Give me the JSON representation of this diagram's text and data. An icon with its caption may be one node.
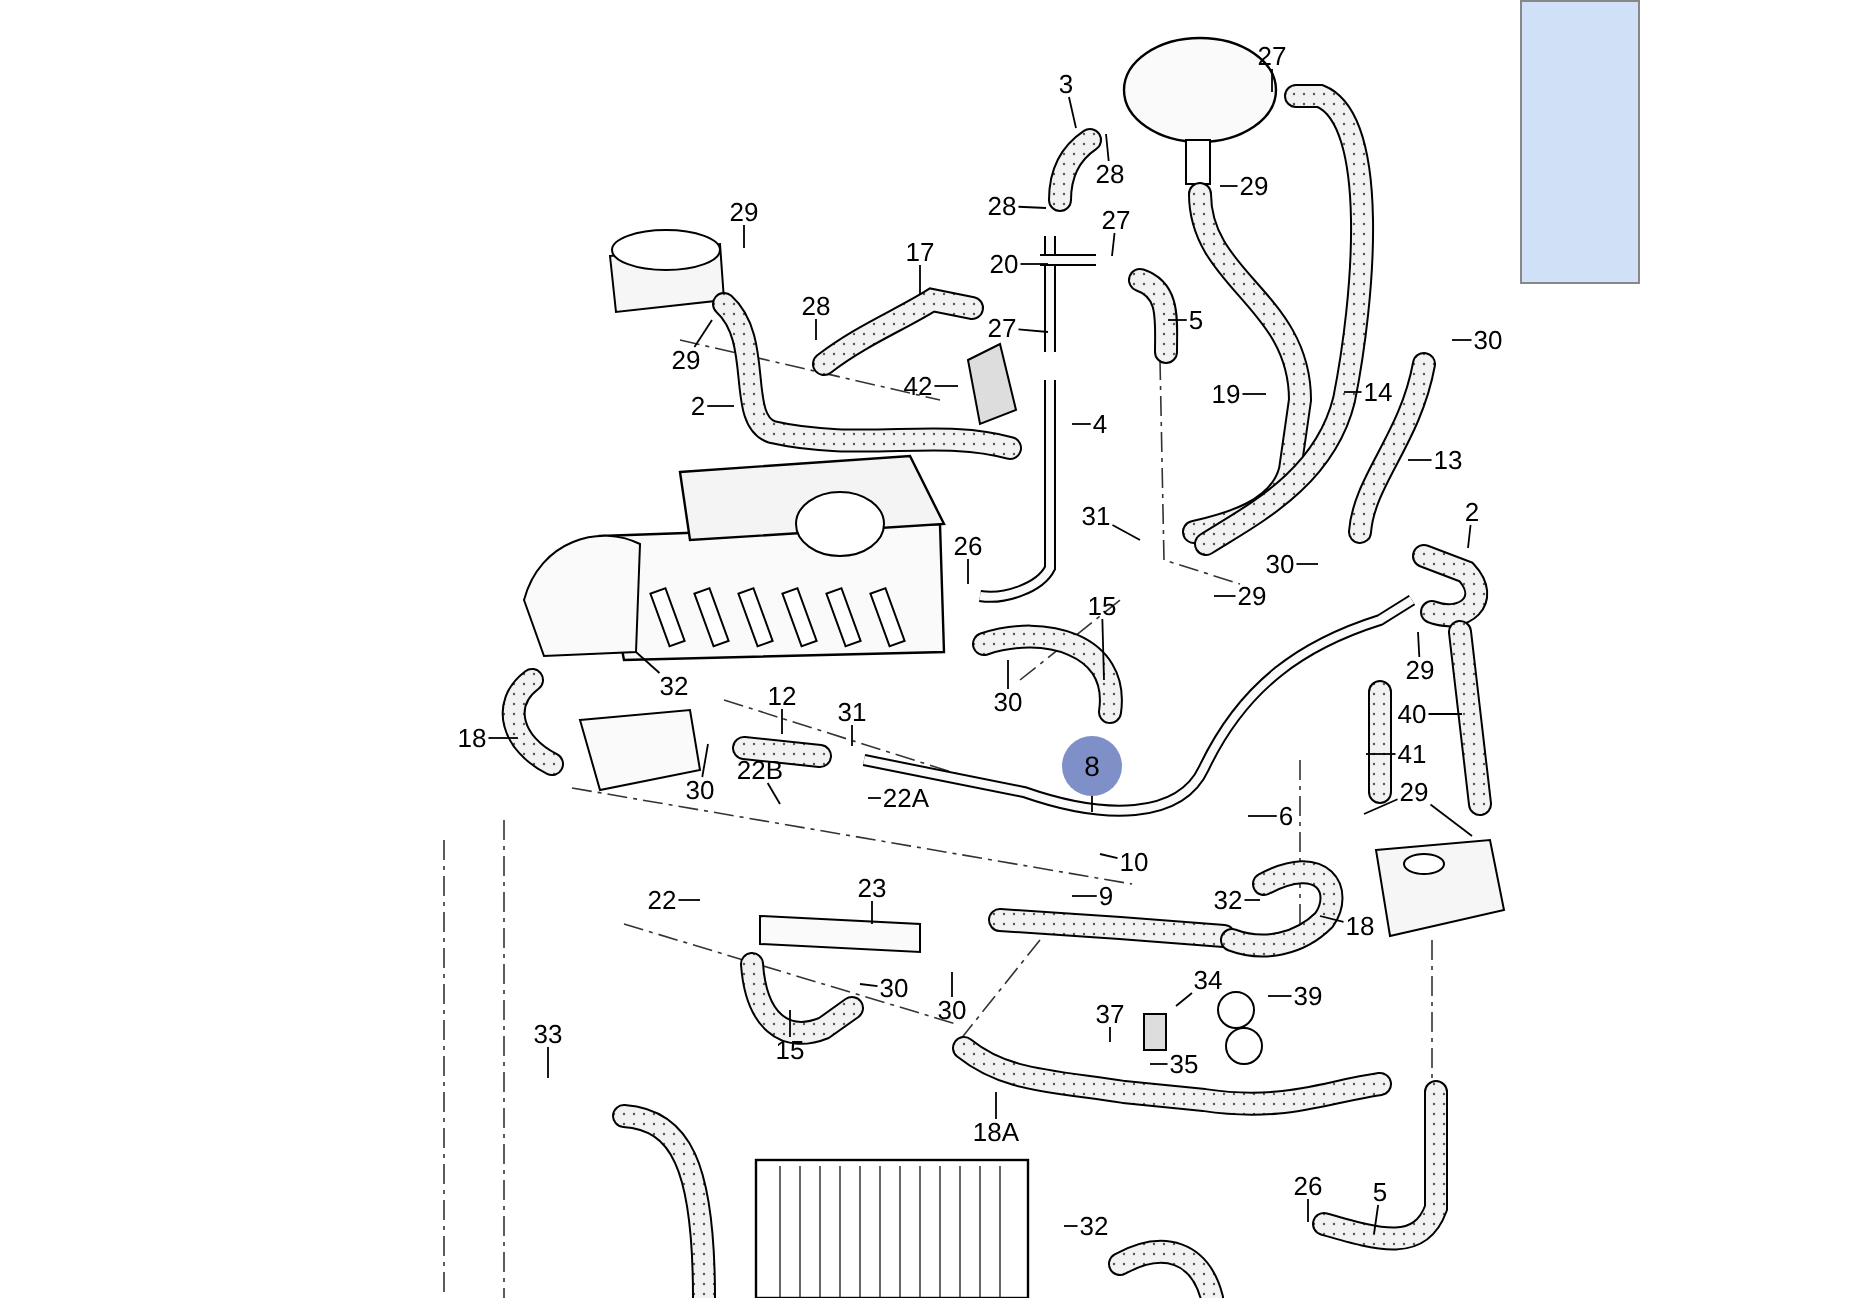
{
  "diagram": {
    "nodes": [
      {
        "text": [
          "3"
        ]
      },
      {
        "text": [
          "27"
        ]
      },
      {
        "text": [
          "28"
        ]
      },
      {
        "text": [
          "29"
        ]
      },
      {
        "text": [
          "29"
        ]
      },
      {
        "text": [
          "17"
        ]
      },
      {
        "text": [
          "28"
        ]
      },
      {
        "text": [
          "27"
        ]
      },
      {
        "text": [
          "20"
        ]
      },
      {
        "text": [
          "28"
        ]
      },
      {
        "text": [
          "29"
        ]
      },
      {
        "text": [
          "27"
        ]
      },
      {
        "text": [
          "5"
        ]
      },
      {
        "text": [
          "42"
        ]
      },
      {
        "text": [
          "19"
        ]
      },
      {
        "text": [
          "14"
        ]
      },
      {
        "text": [
          "30"
        ]
      },
      {
        "text": [
          "2"
        ]
      },
      {
        "text": [
          "4"
        ]
      },
      {
        "text": [
          "13"
        ]
      },
      {
        "text": [
          "2"
        ]
      },
      {
        "text": [
          "26"
        ]
      },
      {
        "text": [
          "31"
        ]
      },
      {
        "text": [
          "30"
        ]
      },
      {
        "text": [
          "15"
        ]
      },
      {
        "text": [
          "29"
        ]
      },
      {
        "text": [
          "30"
        ]
      },
      {
        "text": [
          "29"
        ]
      },
      {
        "text": [
          "32"
        ]
      },
      {
        "text": [
          "12"
        ]
      },
      {
        "text": [
          "31"
        ]
      },
      {
        "text": [
          "40"
        ]
      },
      {
        "text": [
          "18"
        ]
      },
      {
        "text": [
          "41"
        ]
      },
      {
        "text": [
          "30"
        ]
      },
      {
        "text": [
          "22B"
        ]
      },
      {
        "text": [
          "22A"
        ]
      },
      {
        "text": [
          "8"
        ]
      },
      {
        "text": [
          "29"
        ]
      },
      {
        "text": [
          "6"
        ]
      },
      {
        "text": [
          "10"
        ]
      },
      {
        "text": [
          "9"
        ]
      },
      {
        "text": [
          "22"
        ]
      },
      {
        "text": [
          "23"
        ]
      },
      {
        "text": [
          "32"
        ]
      },
      {
        "text": [
          "18"
        ]
      },
      {
        "text": [
          "30"
        ]
      },
      {
        "text": [
          "30"
        ]
      },
      {
        "text": [
          "34"
        ]
      },
      {
        "text": [
          "39"
        ]
      },
      {
        "text": [
          "37"
        ]
      },
      {
        "text": [
          "15"
        ]
      },
      {
        "text": [
          "35"
        ]
      },
      {
        "text": [
          "33"
        ]
      },
      {
        "text": [
          "18A"
        ]
      },
      {
        "text": [
          "26"
        ]
      },
      {
        "text": [
          "5"
        ]
      },
      {
        "text": [
          "32"
        ]
      }
    ],
    "edges": [
      {
        "from": 0,
        "to": null,
        "arrow": "none"
      },
      {
        "from": 1,
        "to": null,
        "arrow": "none"
      },
      {
        "from": 2,
        "to": null,
        "arrow": "none"
      },
      {
        "from": 3,
        "to": null,
        "arrow": "none"
      },
      {
        "from": 4,
        "to": null,
        "arrow": "none"
      },
      {
        "from": 5,
        "to": null,
        "arrow": "none"
      },
      {
        "from": 6,
        "to": null,
        "arrow": "none"
      },
      {
        "from": 7,
        "to": null,
        "arrow": "none"
      },
      {
        "from": 8,
        "to": null,
        "arrow": "none"
      },
      {
        "from": 9,
        "to": null,
        "arrow": "none"
      },
      {
        "from": 10,
        "to": null,
        "arrow": "none"
      },
      {
        "from": 11,
        "to": null,
        "arrow": "none"
      },
      {
        "from": 12,
        "to": null,
        "arrow": "none"
      },
      {
        "from": 13,
        "to": null,
        "arrow": "none"
      },
      {
        "from": 14,
        "to": null,
        "arrow": "none"
      },
      {
        "from": 15,
        "to": null,
        "arrow": "none"
      },
      {
        "from": 16,
        "to": null,
        "arrow": "none"
      },
      {
        "from": 17,
        "to": null,
        "arrow": "none"
      },
      {
        "from": 18,
        "to": null,
        "arrow": "none"
      },
      {
        "from": 19,
        "to": null,
        "arrow": "none"
      },
      {
        "from": 20,
        "to": null,
        "arrow": "none"
      },
      {
        "from": 21,
        "to": null,
        "arrow": "none"
      },
      {
        "from": 22,
        "to": null,
        "arrow": "none"
      },
      {
        "from": 23,
        "to": null,
        "arrow": "none"
      },
      {
        "from": 24,
        "to": null,
        "arrow": "none"
      },
      {
        "from": 25,
        "to": null,
        "arrow": "none"
      },
      {
        "from": 26,
        "to": null,
        "arrow": "none"
      },
      {
        "from": 27,
        "to": null,
        "arrow": "none"
      },
      {
        "from": 28,
        "to": null,
        "arrow": "none"
      },
      {
        "from": 29,
        "to": null,
        "arrow": "none"
      },
      {
        "from": 30,
        "to": null,
        "arrow": "none"
      },
      {
        "from": 31,
        "to": null,
        "arrow": "none"
      },
      {
        "from": 32,
        "to": null,
        "arrow": "none"
      },
      {
        "from": 33,
        "to": null,
        "arrow": "none"
      },
      {
        "from": 34,
        "to": null,
        "arrow": "none"
      },
      {
        "from": 35,
        "to": null,
        "arrow": "none"
      },
      {
        "from": 36,
        "to": null,
        "arrow": "none"
      },
      {
        "from": 37,
        "to": null,
        "arrow": "none"
      },
      {
        "from": 38,
        "to": null,
        "arrow": "none"
      },
      {
        "from": 38,
        "to": null,
        "arrow": "none"
      },
      {
        "from": 39,
        "to": null,
        "arrow": "none"
      },
      {
        "from": 40,
        "to": null,
        "arrow": "none"
      },
      {
        "from": 41,
        "to": null,
        "arrow": "none"
      },
      {
        "from": 42,
        "to": null,
        "arrow": "none"
      },
      {
        "from": 43,
        "to": null,
        "arrow": "none"
      },
      {
        "from": 44,
        "to": null,
        "arrow": "none"
      },
      {
        "from": 45,
        "to": null,
        "arrow": "none"
      },
      {
        "from": 46,
        "to": null,
        "arrow": "none"
      },
      {
        "from": 47,
        "to": null,
        "arrow": "none"
      },
      {
        "from": 48,
        "to": null,
        "arrow": "none"
      },
      {
        "from": 49,
        "to": null,
        "arrow": "none"
      },
      {
        "from": 50,
        "to": null,
        "arrow": "none"
      },
      {
        "from": 51,
        "to": null,
        "arrow": "none"
      },
      {
        "from": 52,
        "to": null,
        "arrow": "none"
      },
      {
        "from": 53,
        "to": null,
        "arrow": "none"
      },
      {
        "from": 54,
        "to": null,
        "arrow": "none"
      },
      {
        "from": 55,
        "to": null,
        "arrow": "none"
      },
      {
        "from": 56,
        "to": null,
        "arrow": "none"
      },
      {
        "from": 57,
        "to": null,
        "arrow": "none"
      }
    ]
  }
}
